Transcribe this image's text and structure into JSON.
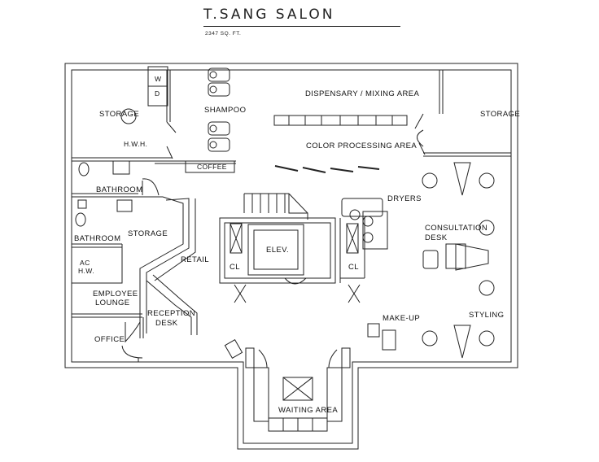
{
  "title": "T.SANG SALON",
  "subtitle": "2347 SQ. FT.",
  "rooms": {
    "storage_nw": "STORAGE",
    "w": "W",
    "d": "D",
    "shampoo": "SHAMPOO",
    "hwh_top": "H.W.H.",
    "coffee": "COFFEE",
    "dispensary": "DISPENSARY / MIXING AREA",
    "color_processing": "COLOR PROCESSING AREA",
    "storage_ne": "STORAGE",
    "bathroom_1": "BATHROOM",
    "bathroom_2": "BATHROOM",
    "storage_mid": "STORAGE",
    "ac": "AC",
    "hw": "H.W.",
    "retail": "RETAIL",
    "elev": "ELEV.",
    "cl_left": "CL",
    "cl_right": "CL",
    "dryers": "DRYERS",
    "consultation": "CONSULTATION",
    "desk": "DESK",
    "employee": "EMPLOYEE",
    "lounge": "LOUNGE",
    "reception": "RECEPTION",
    "reception_desk": "DESK",
    "office": "OFFICE",
    "makeup": "MAKE-UP",
    "styling": "STYLING",
    "waiting": "WAITING AREA"
  }
}
